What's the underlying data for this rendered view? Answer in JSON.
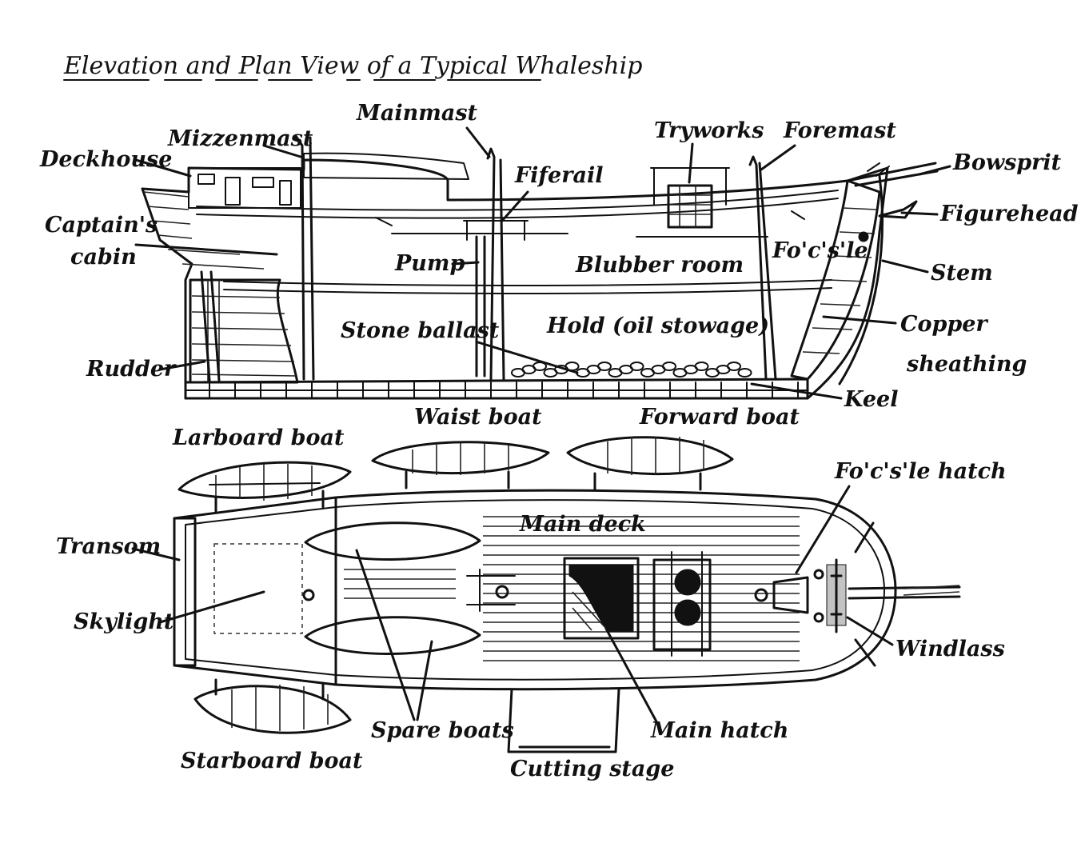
{
  "title": "Elevation and Plan View of a Typical Whaleship",
  "elevation_labels": {
    "mainmast": "Mainmast",
    "mizzenmast": "Mizzenmast",
    "tryworks": "Tryworks",
    "foremast": "Foremast",
    "deckhouse": "Deckhouse",
    "fiferail": "Fiferail",
    "bowsprit": "Bowsprit",
    "figurehead": "Figurehead",
    "captains_cabin_1": "Captain's",
    "captains_cabin_2": "cabin",
    "focsle": "Fo'c's'le",
    "pump": "Pump",
    "blubber_room": "Blubber room",
    "stem": "Stem",
    "stone_ballast": "Stone ballast",
    "hold": "Hold (oil stowage)",
    "copper_sheathing_1": "Copper",
    "copper_sheathing_2": "sheathing",
    "rudder": "Rudder",
    "keel": "Keel"
  },
  "plan_labels": {
    "waist_boat": "Waist boat",
    "forward_boat": "Forward boat",
    "larboard_boat": "Larboard boat",
    "focsle_hatch": "Fo'c's'le hatch",
    "main_deck": "Main deck",
    "transom": "Transom",
    "skylight": "Skylight",
    "windlass": "Windlass",
    "spare_boats": "Spare boats",
    "main_hatch": "Main hatch",
    "starboard_boat": "Starboard boat",
    "cutting_stage": "Cutting stage"
  }
}
